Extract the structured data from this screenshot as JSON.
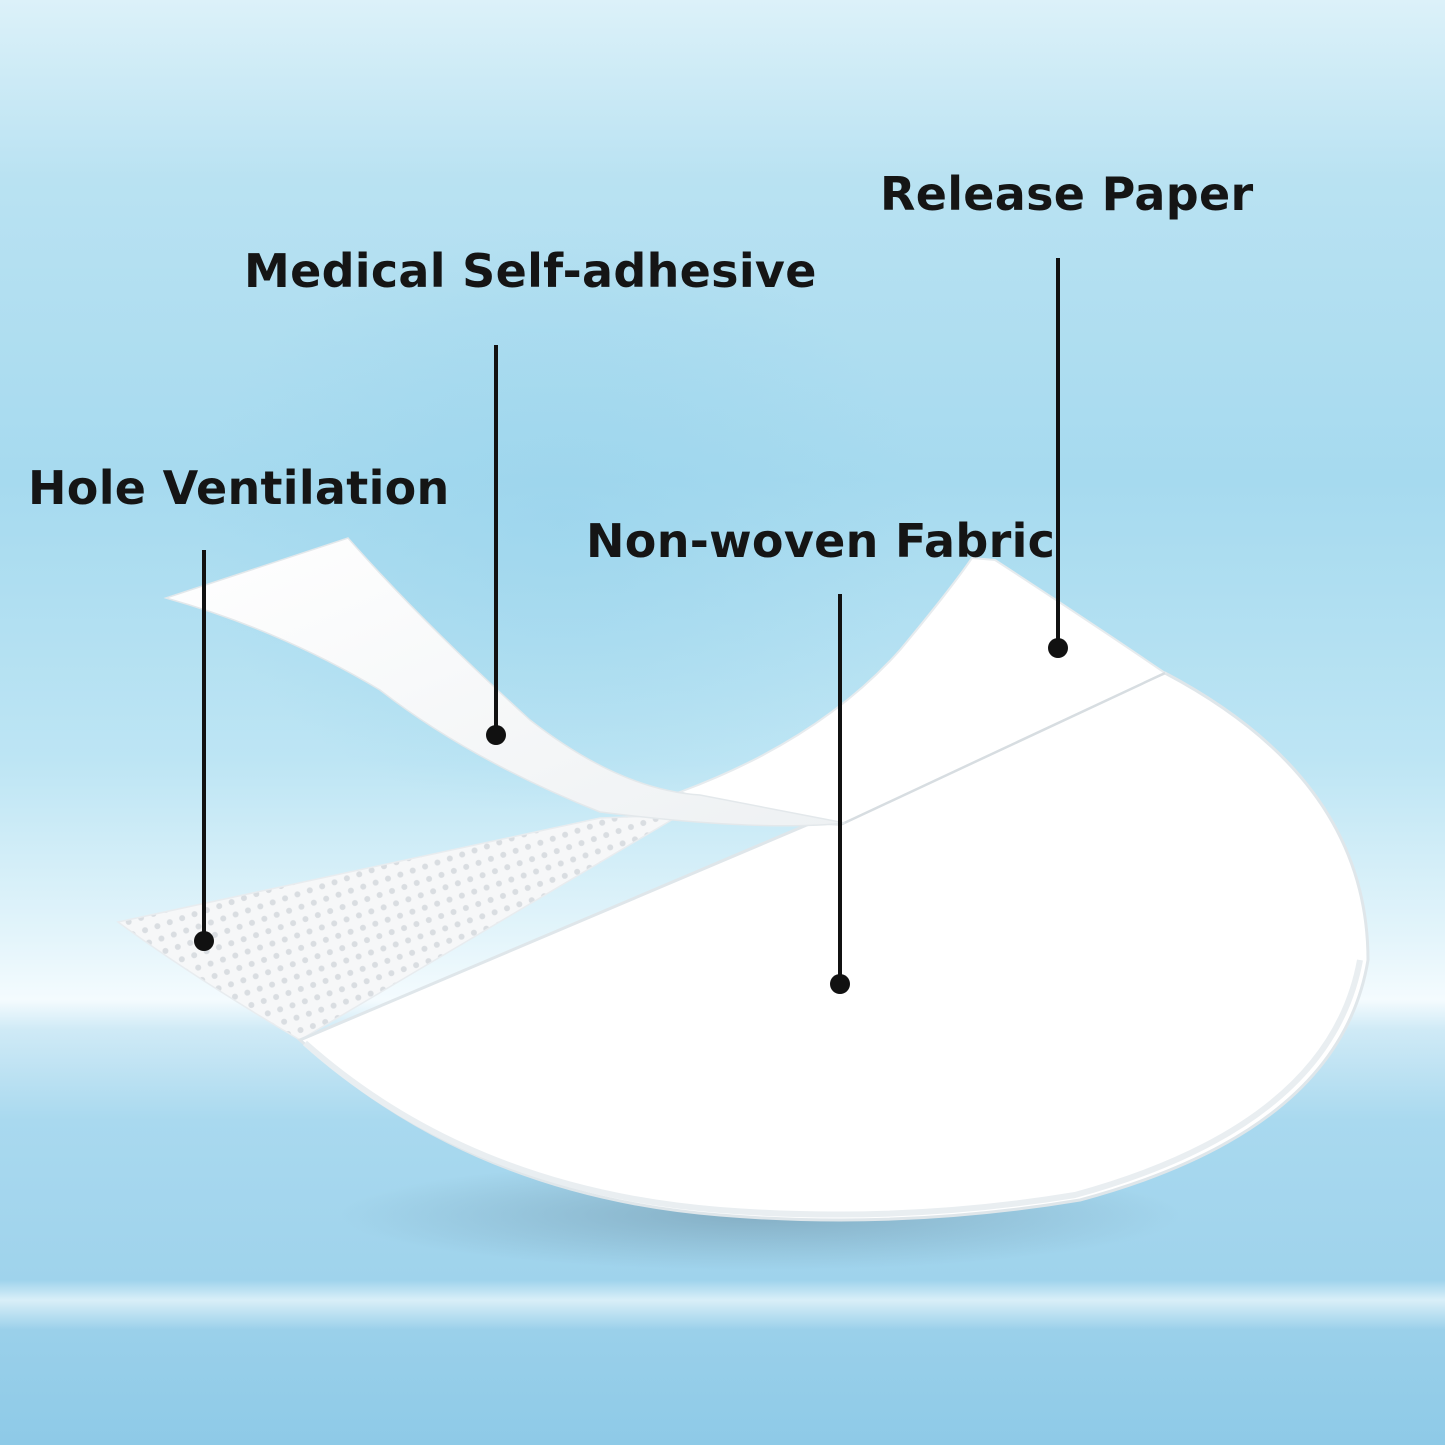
{
  "labels": {
    "release_paper": "Release Paper",
    "medical_self_adhesive": "Medical Self-adhesive",
    "hole_ventilation": "Hole Ventilation",
    "non_woven_fabric": "Non-woven Fabric"
  },
  "colors": {
    "background_light": "#dcf1f9",
    "background_mid": "#a6daef",
    "patch": "#ffffff",
    "callout_line": "#111111",
    "label_text": "#151515"
  }
}
